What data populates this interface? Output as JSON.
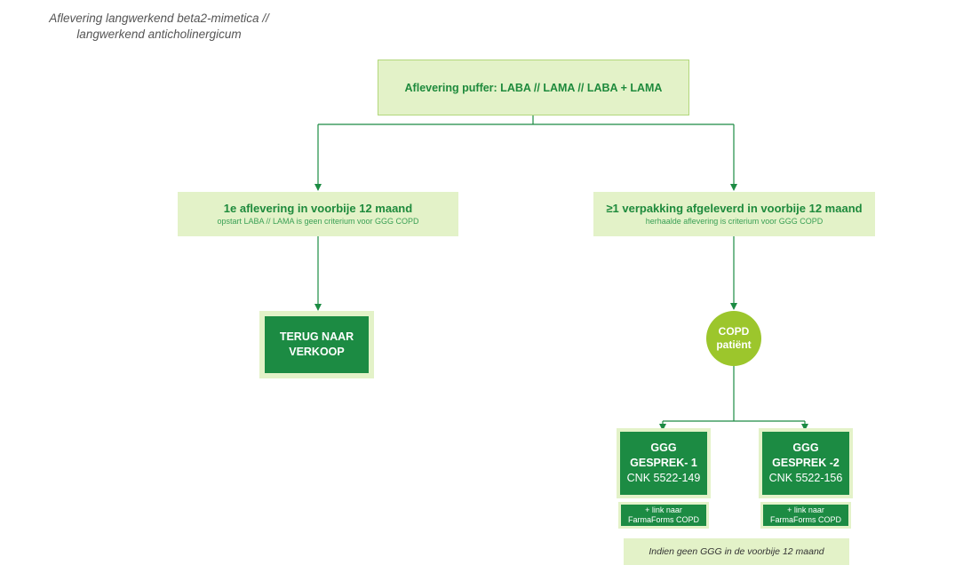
{
  "title": {
    "line1": "Aflevering langwerkend beta2-mimetica //",
    "line2": "langwerkend anticholinergicum"
  },
  "top_node": {
    "label": "Aflevering puffer: LABA // LAMA // LABA + LAMA"
  },
  "left_branch": {
    "title": "1e aflevering in voorbije 12 maand",
    "subtitle": "opstart LABA // LAMA is geen criterium voor GGG COPD"
  },
  "right_branch": {
    "title": "≥1 verpakking afgeleverd in voorbije 12 maand",
    "subtitle": "herhaalde aflevering is criterium voor GGG COPD"
  },
  "back_to_sales": {
    "line1": "TERUG NAAR",
    "line2": "VERKOOP"
  },
  "copd_node": {
    "line1": "COPD",
    "line2": "patiënt"
  },
  "ggg_1": {
    "line1": "GGG",
    "line2": "GESPREK- 1",
    "cnk": "CNK 5522-149"
  },
  "ggg_2": {
    "line1": "GGG",
    "line2": "GESPREK -2",
    "cnk": "CNK 5522-156"
  },
  "link_1": {
    "line1": "+ link naar",
    "line2": "FarmaForms COPD"
  },
  "link_2": {
    "line1": "+ link naar",
    "line2": "FarmaForms COPD"
  },
  "note": {
    "text": "Indien geen GGG in de voorbije 12 maand"
  },
  "colors": {
    "light_green": "#e3f2c8",
    "dark_green": "#1c8b43",
    "lime": "#9cc62c",
    "text_green": "#1e8a3c",
    "line": "#1c8b43"
  }
}
